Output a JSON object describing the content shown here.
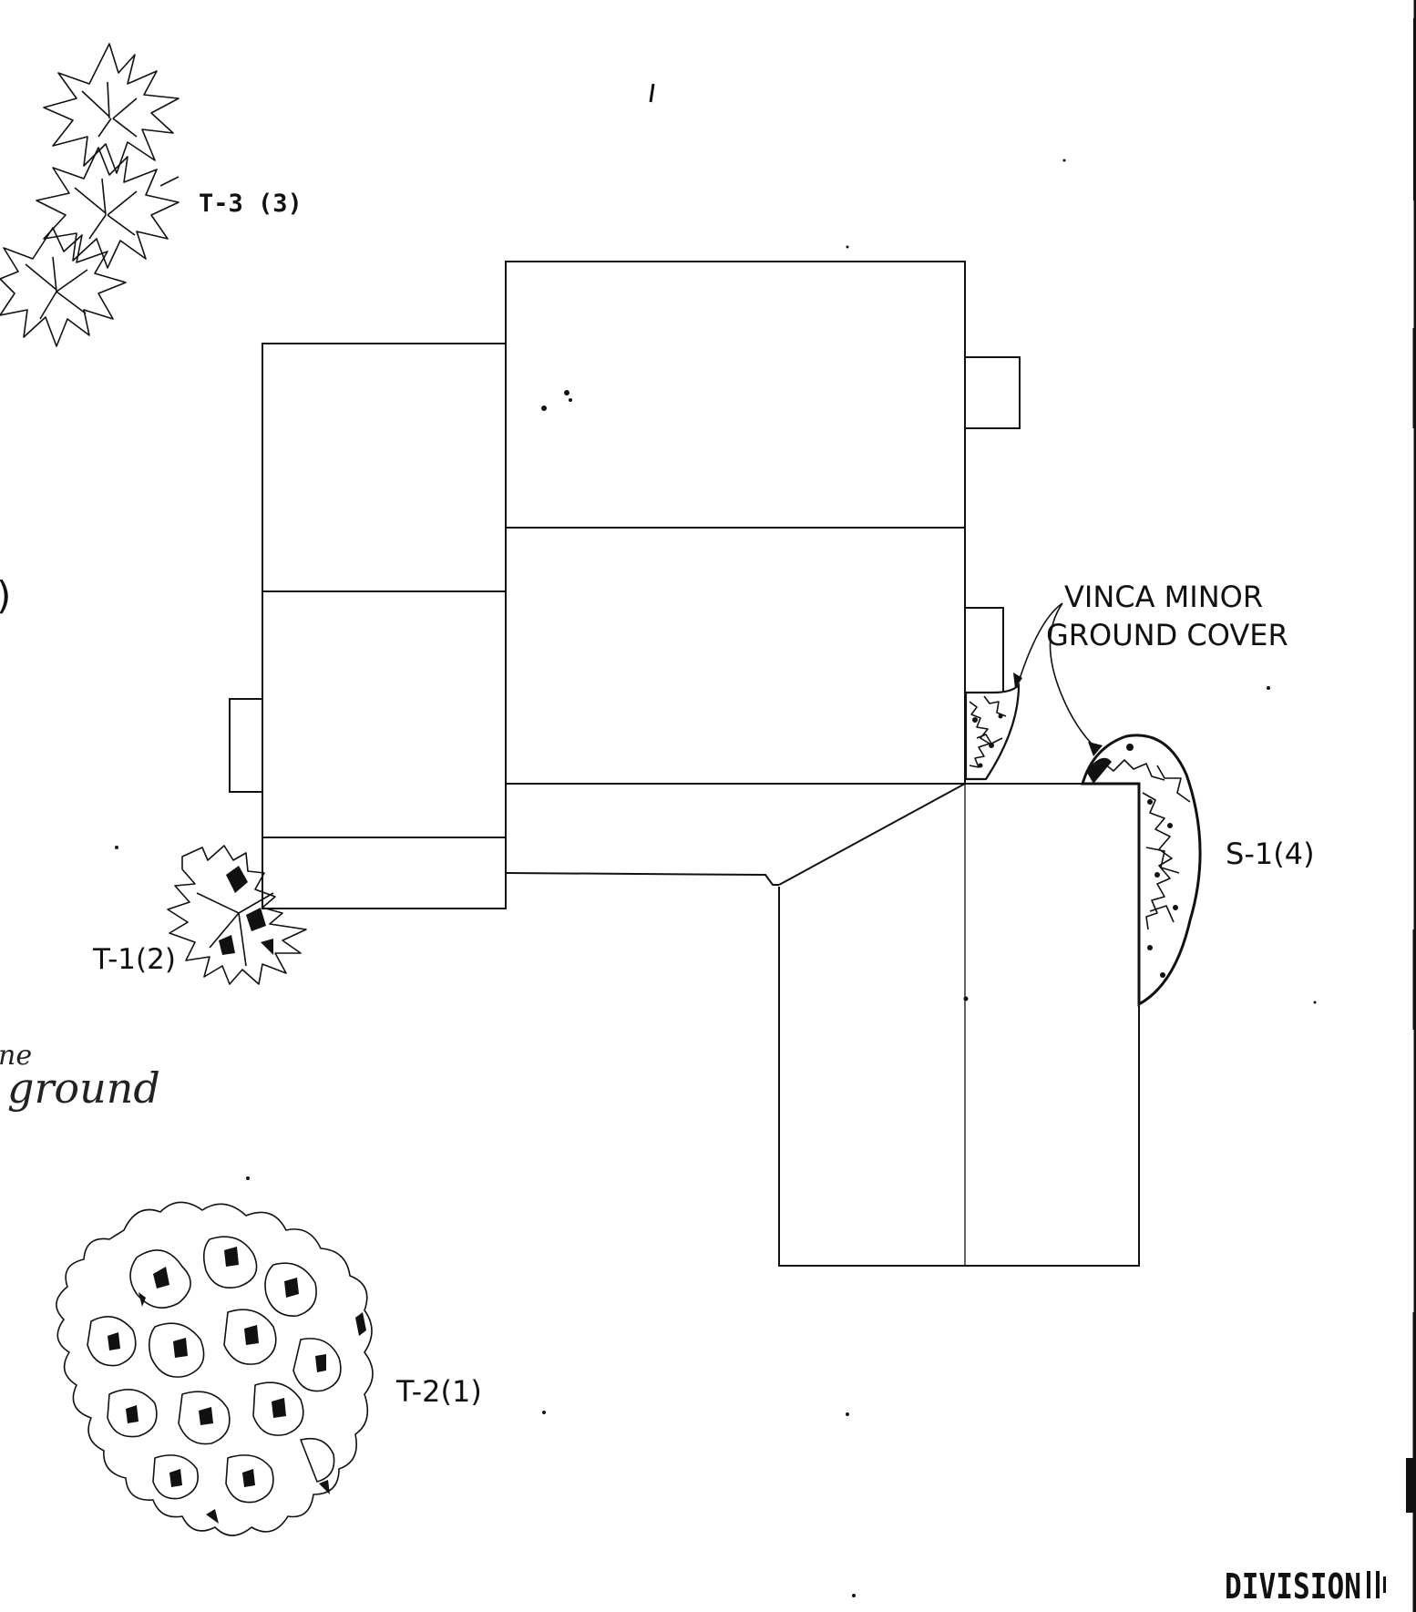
{
  "labels": {
    "t3": "T-3 (3)",
    "t1": "T-1(2)",
    "t2": "T-2(1)",
    "s1": "S-1(4)",
    "vinca_line1": "VINCA MINOR",
    "vinca_line2": "GROUND COVER",
    "partial_paren": ")",
    "partial_ne": "ne",
    "partial_ground": "ground",
    "division": "DIVISION"
  },
  "colors": {
    "ink": "#111111",
    "paper": "#ffffff"
  }
}
